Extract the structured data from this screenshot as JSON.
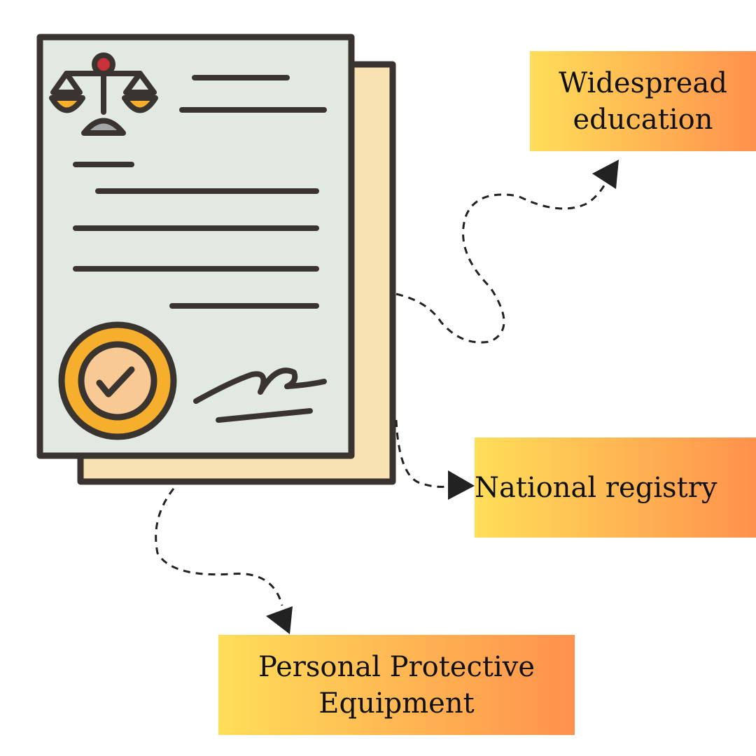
{
  "labels": {
    "widespread_education": "Widespread\neducation",
    "national_registry": "National registry",
    "ppe": "Personal Protective\nEquipment"
  },
  "colors": {
    "outline": "#3a3430",
    "front_page": "#e1e9e1",
    "back_page": "#f9e2b2",
    "seal": "#f6af2c",
    "seal_inner": "#f8c895",
    "gradient_start": "#ffde59",
    "gradient_end": "#ff914d"
  },
  "icons": [
    "legal-document-icon",
    "scales-of-justice-icon",
    "check-seal-icon",
    "signature-icon"
  ]
}
